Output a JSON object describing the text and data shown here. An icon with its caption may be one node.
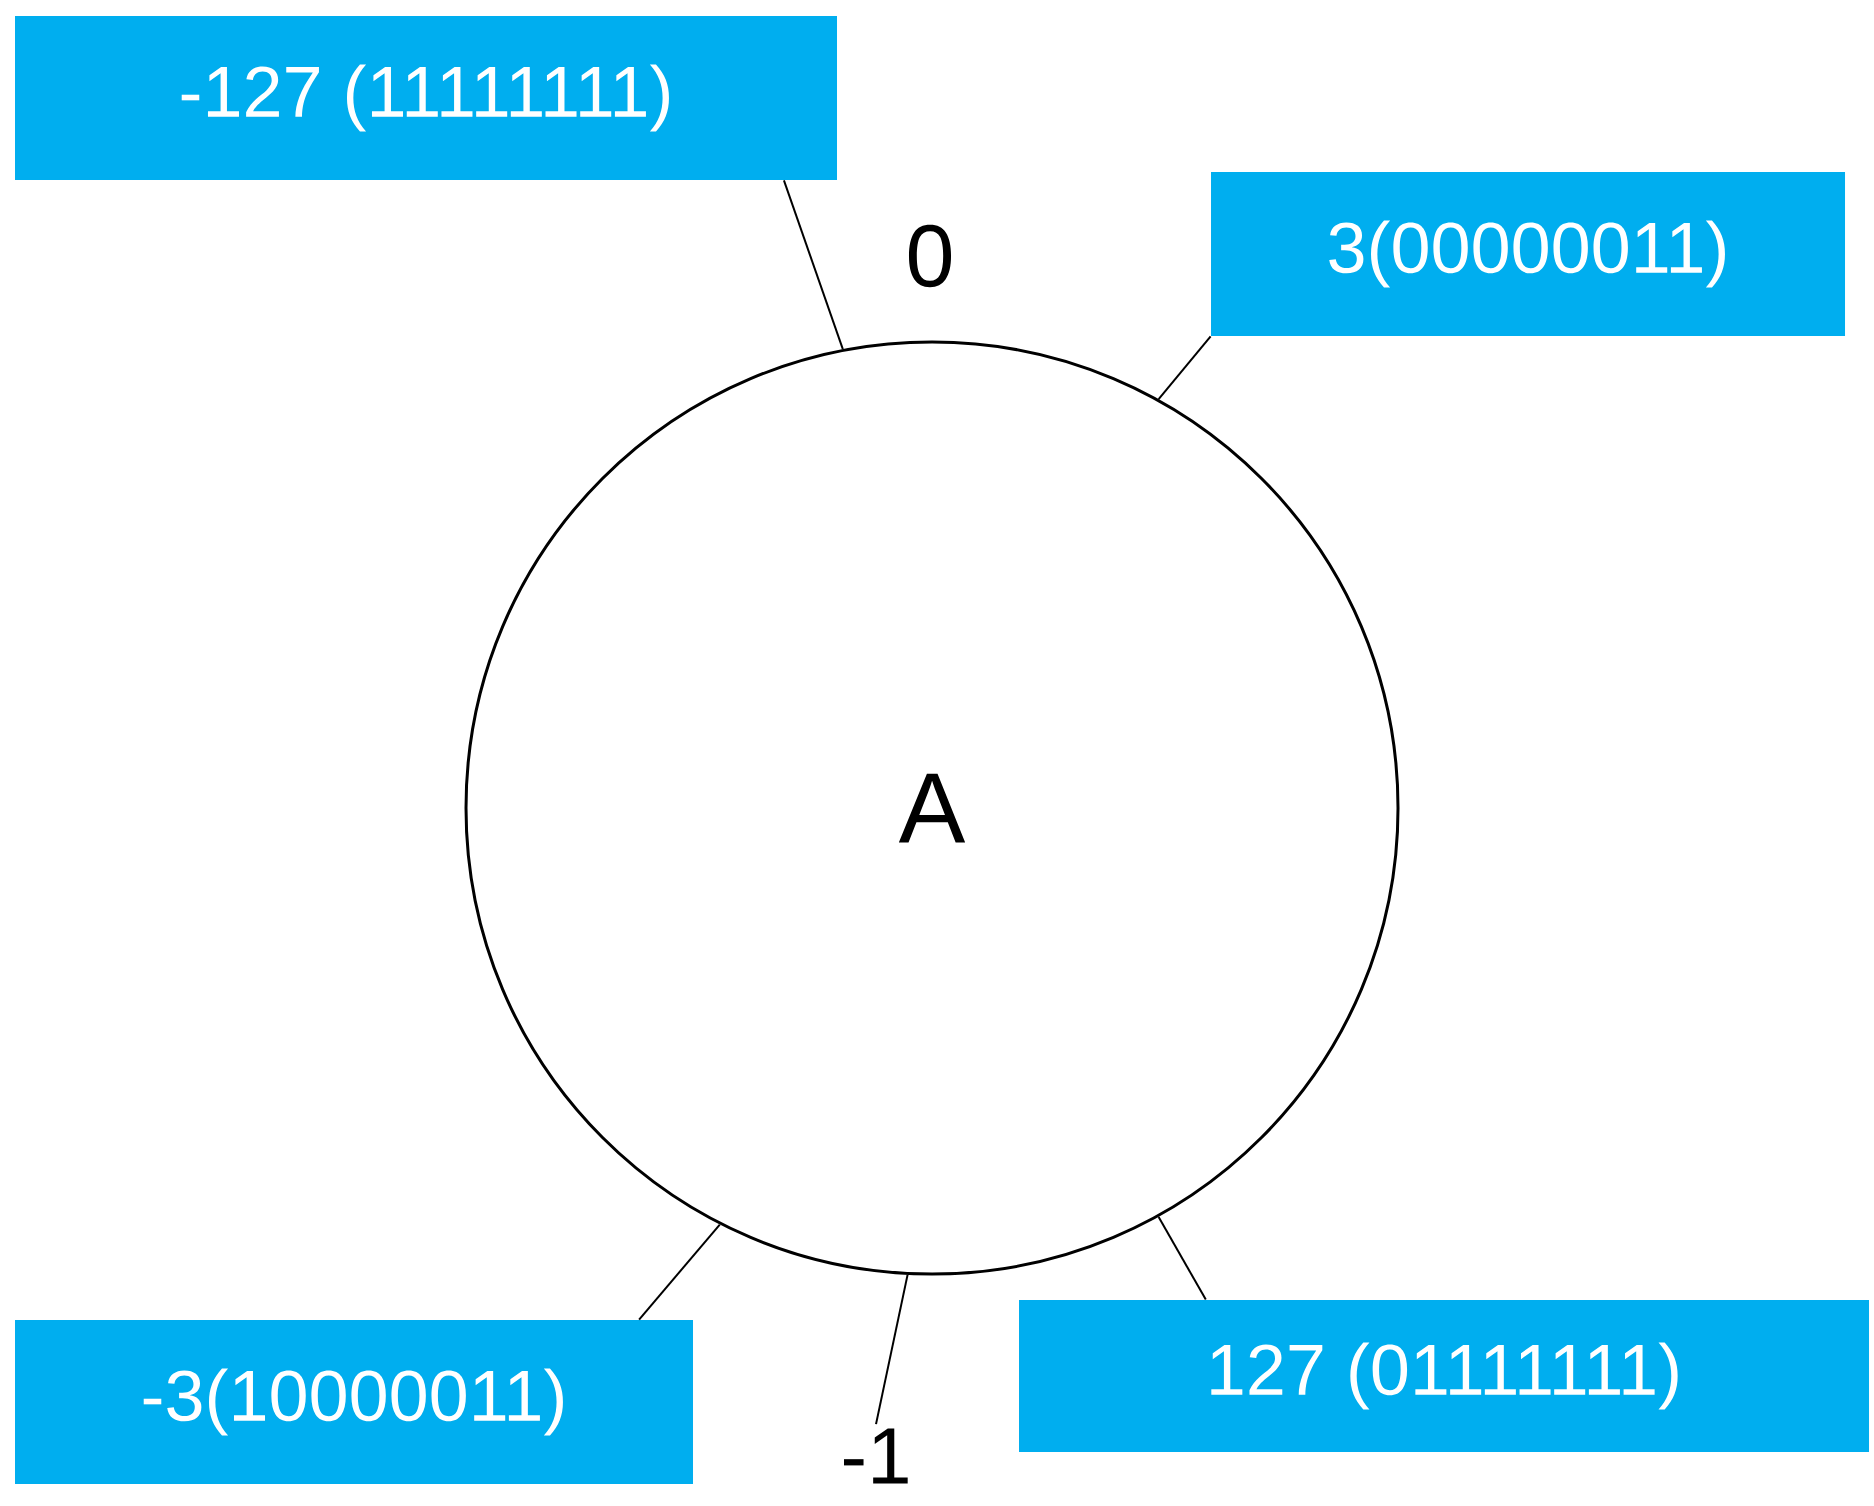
{
  "diagram": {
    "nodes": [
      {
        "text": [
          "A"
        ]
      },
      {
        "text": [
          "-127 (11111111)"
        ]
      },
      {
        "text": [
          "3(00000011)"
        ]
      },
      {
        "text": [
          "-3(10000011)"
        ]
      },
      {
        "text": [
          "-1"
        ]
      },
      {
        "text": [
          "127 (01111111)"
        ]
      }
    ],
    "edges": [
      {
        "from": 1,
        "to": 0,
        "arrow": "none"
      },
      {
        "from": 2,
        "to": 0,
        "arrow": "none"
      },
      {
        "from": 3,
        "to": 0,
        "arrow": "none"
      },
      {
        "from": 4,
        "to": 0,
        "arrow": "none"
      },
      {
        "from": 5,
        "to": 0,
        "arrow": "none"
      }
    ],
    "labels": [
      "0"
    ]
  }
}
